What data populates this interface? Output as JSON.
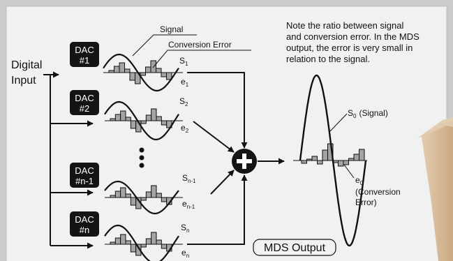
{
  "input_label_line1": "Digital",
  "input_label_line2": "Input",
  "dacs": [
    {
      "line1": "DAC",
      "line2": "#1",
      "s": "S",
      "s_sub": "1",
      "e": "e",
      "e_sub": "1"
    },
    {
      "line1": "DAC",
      "line2": "#2",
      "s": "S",
      "s_sub": "2",
      "e": "e",
      "e_sub": "2"
    },
    {
      "line1": "DAC",
      "line2": "#n-1",
      "s": "S",
      "s_sub": "n-1",
      "e": "e",
      "e_sub": "n-1"
    },
    {
      "line1": "DAC",
      "line2": "#n",
      "s": "S",
      "s_sub": "n",
      "e": "e",
      "e_sub": "n"
    }
  ],
  "signal_label": "Signal",
  "conversion_error_label": "Conversion Error",
  "note_lines": [
    "Note the ratio between signal",
    "and conversion error. In the MDS",
    "output, the error is very small in",
    "relation to the signal."
  ],
  "output_signal_label": {
    "s": "S",
    "sub": "0",
    "text": "(Signal)"
  },
  "output_error_label": {
    "e": "e",
    "sub": "0",
    "line2": "(Conversion",
    "line3": "Error)"
  },
  "output_title": "MDS Output",
  "colors": {
    "background": "#c9ccc9",
    "panel": "#f0f1f0",
    "panel_border": "#bcbfbc",
    "dac_box": "#141414",
    "error_bar": "#a3a4a3",
    "ink": "#111111",
    "box3d": "#dcc3a2"
  }
}
